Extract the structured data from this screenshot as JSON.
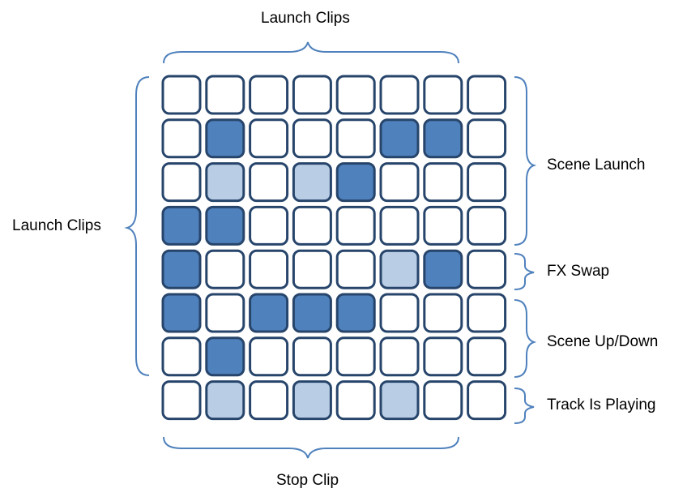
{
  "labels": {
    "top": "Launch Clips",
    "left": "Launch Clips",
    "bottom": "Stop Clip",
    "scene_launch": "Scene Launch",
    "fx_swap": "FX Swap",
    "scene_up_down": "Scene Up/Down",
    "track_is_playing": "Track Is Playing"
  },
  "colors": {
    "outline": "#27456b",
    "lit": "#4f81bd",
    "dim": "#b9cde5",
    "off": "#ffffff",
    "brace": "#4f81bd"
  },
  "grid": {
    "legend": "0 = off, 1 = dim, 2 = lit",
    "rows": [
      [
        0,
        0,
        0,
        0,
        0,
        0,
        0,
        0
      ],
      [
        0,
        2,
        0,
        0,
        0,
        2,
        2,
        0
      ],
      [
        0,
        1,
        0,
        1,
        2,
        0,
        0,
        0
      ],
      [
        2,
        2,
        0,
        0,
        0,
        0,
        0,
        0
      ],
      [
        2,
        0,
        0,
        0,
        0,
        1,
        2,
        0
      ],
      [
        2,
        0,
        2,
        2,
        2,
        0,
        0,
        0
      ],
      [
        0,
        2,
        0,
        0,
        0,
        0,
        0,
        0
      ],
      [
        0,
        1,
        0,
        1,
        0,
        1,
        0,
        0
      ]
    ]
  }
}
